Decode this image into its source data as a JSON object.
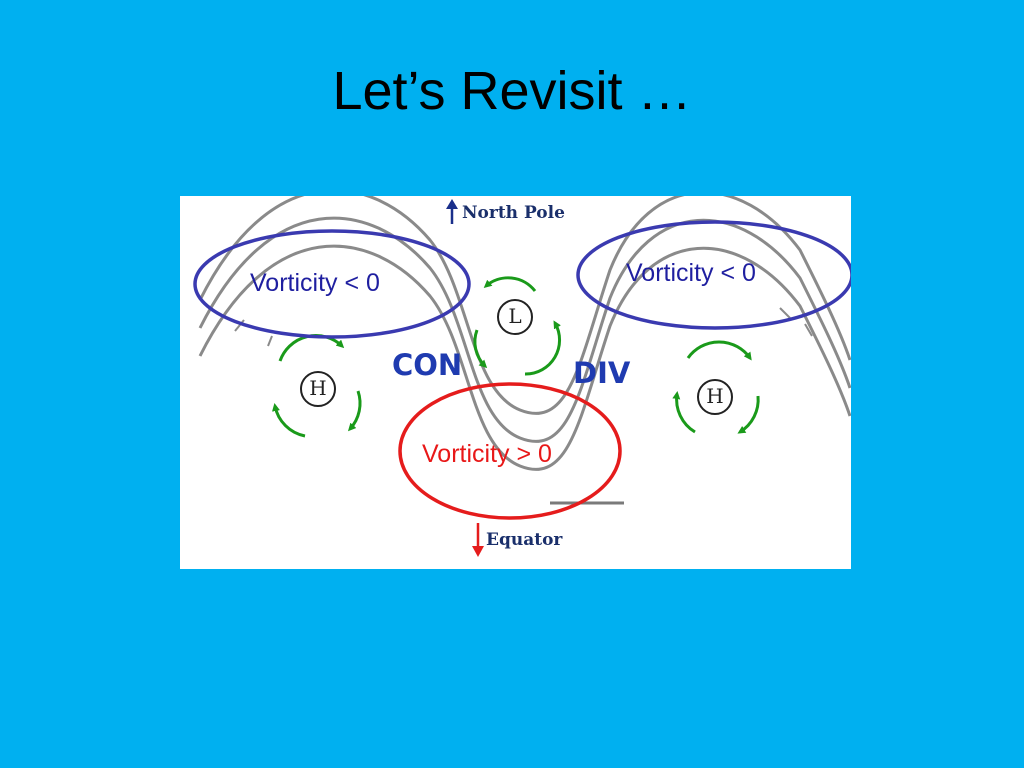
{
  "slide": {
    "title": "Let’s Revisit …"
  },
  "figure": {
    "north_label": "North Pole",
    "south_label": "Equator",
    "convergence_label": "CON",
    "divergence_label": "DIV",
    "low_symbol": "L",
    "high_symbol": "H",
    "callouts": [
      {
        "text": "Vorticity < 0",
        "color": "#1f1fa0"
      },
      {
        "text": "Vorticity < 0",
        "color": "#1f1fa0"
      },
      {
        "text": "Vorticity > 0",
        "color": "#e81818"
      }
    ]
  },
  "colors": {
    "background": "#00b0f0",
    "streamline": "#8a8a8a",
    "rotation_arrows": "#1a9a1a",
    "negative_vorticity_ellipse": "#3a3ab0",
    "positive_vorticity_ellipse": "#e51c1c",
    "north_arrow": "#1a2f8b",
    "south_arrow": "#e51c1c"
  }
}
